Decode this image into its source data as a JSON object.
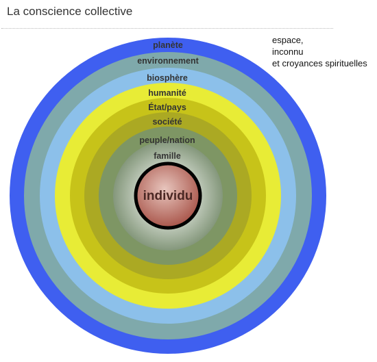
{
  "title": "La conscience collective",
  "side_note": {
    "line1": "espace,",
    "line2": "inconnu",
    "line3": "et croyances spirituelles"
  },
  "rings": [
    {
      "label": "planète",
      "color": "#3f5ff0"
    },
    {
      "label": "environnement",
      "color": "#7fa9ab"
    },
    {
      "label": "biosphère",
      "color": "#8cc0ea"
    },
    {
      "label": "humanité",
      "color": "#e8ec36"
    },
    {
      "label": "État/pays",
      "color": "#c7c319"
    },
    {
      "label": "société",
      "color": "#aba923"
    },
    {
      "label": "peuple/nation",
      "color": "#7e9664"
    },
    {
      "label": "famille",
      "color": "#8f9e85"
    }
  ],
  "center": {
    "label": "individu",
    "color": "#b86a5f",
    "border_color": "#000000"
  }
}
